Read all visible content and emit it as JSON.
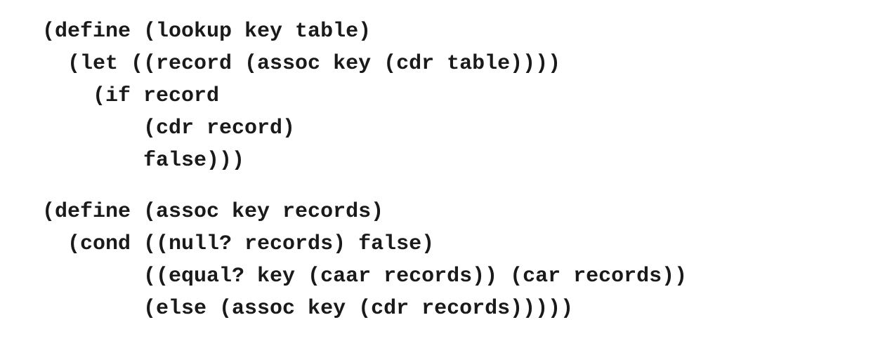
{
  "code": {
    "lookup_block": [
      "(define (lookup key table)",
      "  (let ((record (assoc key (cdr table))))",
      "    (if record",
      "        (cdr record)",
      "        false)))"
    ],
    "assoc_block": [
      "(define (assoc key records)",
      "  (cond ((null? records) false)",
      "        ((equal? key (caar records)) (car records))",
      "        (else (assoc key (cdr records)))))"
    ]
  }
}
